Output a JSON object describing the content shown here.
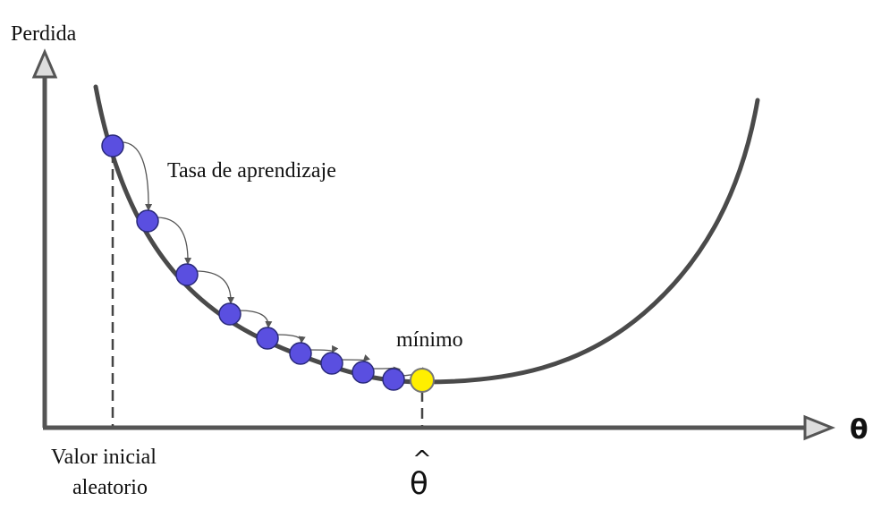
{
  "diagram": {
    "y_axis_label": "Perdida",
    "x_axis_label": "θ",
    "learning_rate_label": "Tasa de aprendizaje",
    "minimum_label": "mínimo",
    "start_label_line1": "Valor inicial",
    "start_label_line2": "aleatorio",
    "theta_hat_label": "θ",
    "theta_hat_accent": "^",
    "colors": {
      "step_ball": "#5a4fe0",
      "minimum_ball": "#ffef00",
      "curve": "#4a4a4a",
      "axis": "#555555"
    },
    "step_count": 9
  }
}
